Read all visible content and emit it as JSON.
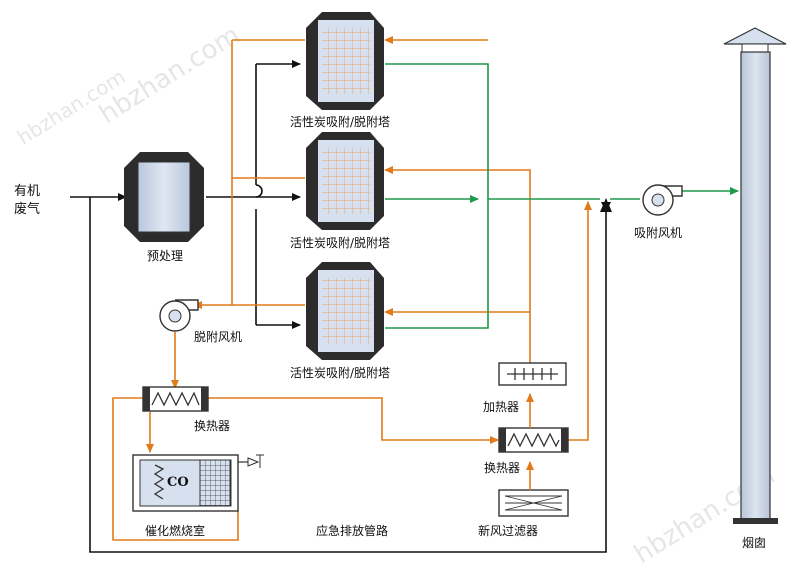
{
  "labels": {
    "waste_gas_line1": "有机",
    "waste_gas_line2": "废气",
    "pretreatment": "预处理",
    "tower_top": "活性炭吸附/脱附塔",
    "tower_mid": "活性炭吸附/脱附塔",
    "tower_bottom": "活性炭吸附/脱附塔",
    "desorption_fan": "脱附风机",
    "adsorption_fan": "吸附风机",
    "heat_exchanger_left": "换热器",
    "heat_exchanger_right": "换热器",
    "heater": "加热器",
    "catalytic_chamber": "催化燃烧室",
    "co_mark": "CO",
    "emergency_pipe": "应急排放管路",
    "fresh_air_filter": "新风过滤器",
    "chimney": "烟囱"
  },
  "watermarks": {
    "top": "hbzhan.com",
    "left": "hbzhan.com",
    "right": "hbzhan.com"
  },
  "colors": {
    "orange_pipe": "#e07a1a",
    "green_pipe": "#1e9a4b",
    "black_pipe": "#111111",
    "tower_fill": "#cfd9ea",
    "chimney_fill": "#cdd7e6",
    "grid_orange": "#e8a36a"
  }
}
